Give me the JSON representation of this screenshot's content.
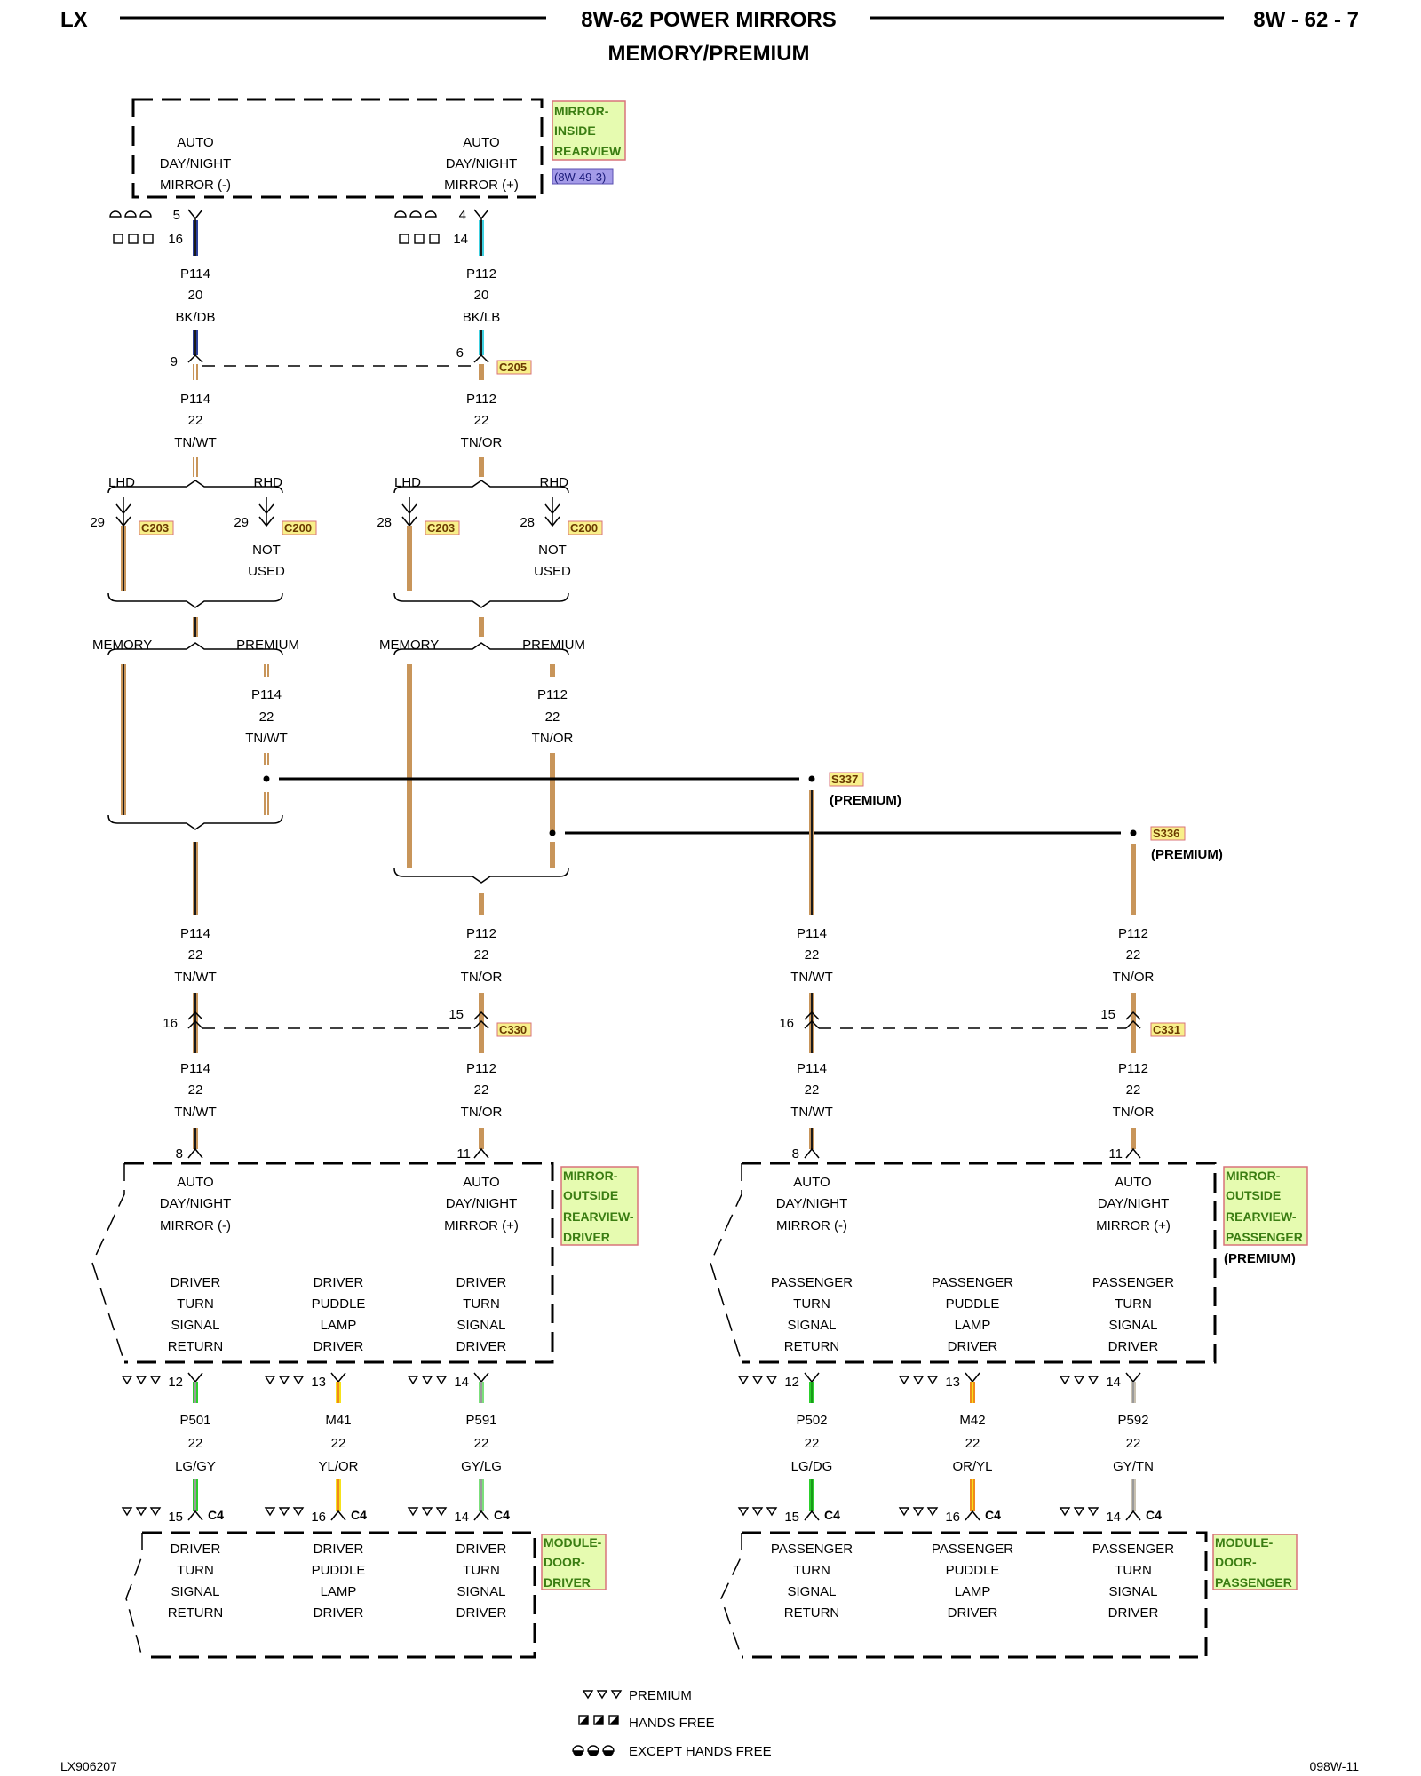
{
  "header": {
    "left": "LX",
    "title_line1": "8W-62 POWER MIRRORS",
    "title_line2": "MEMORY/PREMIUM",
    "page": "8W - 62 - 7"
  },
  "footer": {
    "left": "LX906207",
    "right": "098W-11"
  },
  "components": {
    "inside_mirror": {
      "line1": "MIRROR-",
      "line2": "INSIDE",
      "line3": "REARVIEW",
      "ref": "(8W-49-3)"
    },
    "outside_driver": {
      "line1": "MIRROR-",
      "line2": "OUTSIDE",
      "line3": "REARVIEW-",
      "line4": "DRIVER"
    },
    "outside_passenger": {
      "line1": "MIRROR-",
      "line2": "OUTSIDE",
      "line3": "REARVIEW-",
      "line4": "PASSENGER",
      "note": "(PREMIUM)"
    },
    "module_driver": {
      "line1": "MODULE-",
      "line2": "DOOR-",
      "line3": "DRIVER"
    },
    "module_passenger": {
      "line1": "MODULE-",
      "line2": "DOOR-",
      "line3": "PASSENGER"
    }
  },
  "terminals": {
    "auto": "AUTO",
    "daynight": "DAY/NIGHT",
    "mirror_neg": "MIRROR (-)",
    "mirror_pos": "MIRROR (+)",
    "driver": "DRIVER",
    "passenger": "PASSENGER",
    "turn": "TURN",
    "signal": "SIGNAL",
    "return": "RETURN",
    "puddle": "PUDDLE",
    "lamp": "LAMP",
    "driver_func": "DRIVER"
  },
  "splice_labels": {
    "lhd": "LHD",
    "rhd": "RHD",
    "memory": "MEMORY",
    "premium": "PREMIUM",
    "not": "NOT",
    "used": "USED",
    "premium_note": "(PREMIUM)"
  },
  "wires": {
    "p114": "P114",
    "p112": "P112",
    "g20": "20",
    "g22": "22",
    "bkdb": "BK/DB",
    "bklb": "BK/LB",
    "tnwt": "TN/WT",
    "tnor": "TN/OR",
    "p501": "P501",
    "m41": "M41",
    "p591": "P591",
    "p502": "P502",
    "m42": "M42",
    "p592": "P592",
    "lggy": "LG/GY",
    "ylor": "YL/OR",
    "gylg": "GY/LG",
    "lgdg": "LG/DG",
    "oryl": "OR/YL",
    "gytn": "GY/TN"
  },
  "pins": {
    "p5": "5",
    "p16": "16",
    "p4": "4",
    "p14": "14",
    "p9": "9",
    "p6": "6",
    "p29": "29",
    "p28": "28",
    "p15": "15",
    "p8": "8",
    "p11": "11",
    "p12": "12",
    "p13": "13"
  },
  "connectors": {
    "c205": "C205",
    "c203": "C203",
    "c200": "C200",
    "c330": "C330",
    "c331": "C331",
    "s337": "S337",
    "s336": "S336",
    "c4": "C4"
  },
  "legend": {
    "premium": "PREMIUM",
    "hands_free": "HANDS FREE",
    "except_hands_free": "EXCEPT HANDS FREE"
  },
  "wire_colors": {
    "bk": "#1a1a1a",
    "db": "#2b3f9a",
    "lb": "#3fd0e0",
    "tn": "#c8955a",
    "wt": "#ffffff",
    "or": "#f08a1a",
    "lg": "#7be07b",
    "gy": "#9a9a9a",
    "yl": "#f5e21a",
    "dg": "#1a9a1a",
    "g": "#2ccf2c"
  }
}
